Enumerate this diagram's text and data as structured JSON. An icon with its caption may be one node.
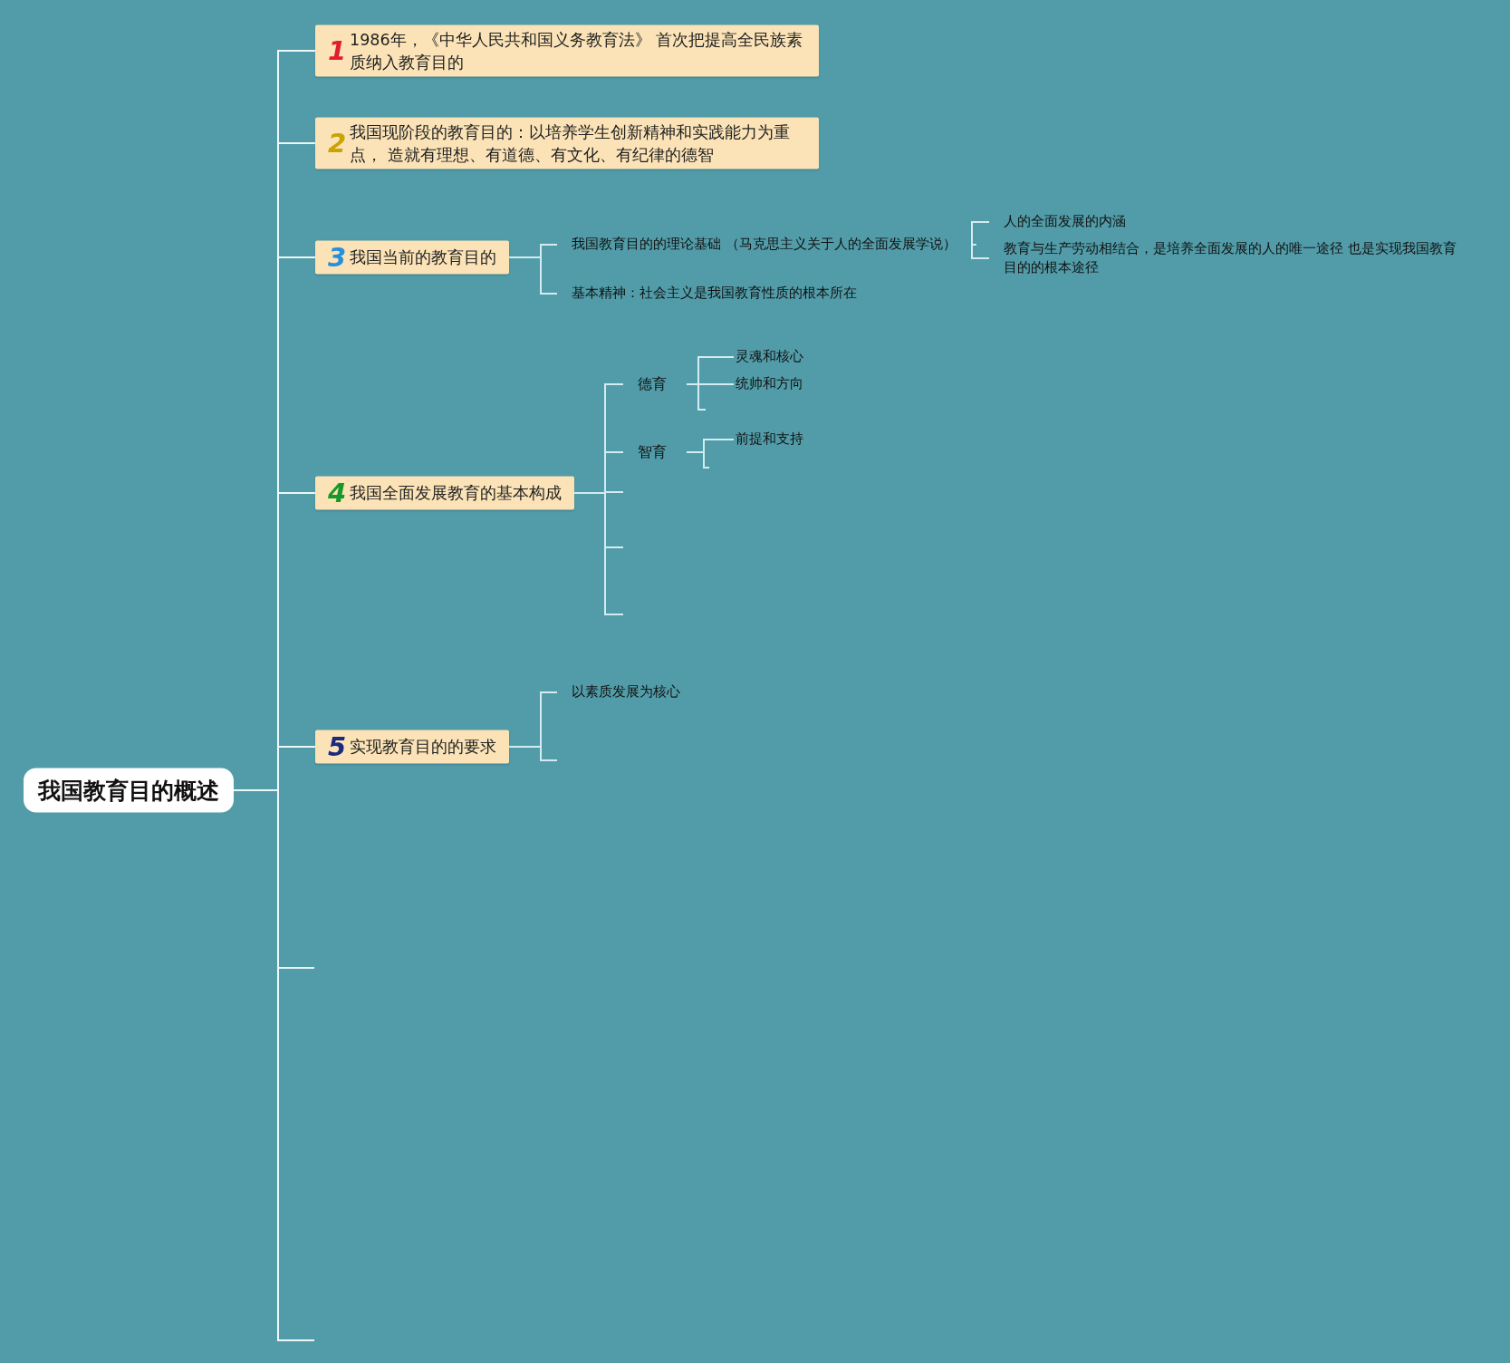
{
  "diagram": {
    "nodes": [
      {
        "text": [
          "我国教育目的概述"
        ]
      },
      {
        "text": [
          "1",
          "1986年，《中华人民共和国义务教育法》 首次把提高全民族素质纳入教育目的"
        ]
      },
      {
        "text": [
          "2",
          "我国现阶段的教育目的：以培养学生创新精神和实践能力为重点， 造就有理想、有道德、有文化、有纪律的德智"
        ]
      },
      {
        "text": [
          "3",
          "我国当前的教育目的"
        ]
      },
      {
        "text": [
          "我国教育目的的理论基础 （马克思主义关于人的全面发展学说）"
        ]
      },
      {
        "text": [
          "人的全面发展的内涵"
        ]
      },
      {
        "text": [
          "教育与生产劳动相结合，是培养全面发展的人的唯一途径 也是实现我国教育目的的根本途径"
        ]
      },
      {
        "text": [
          "基本精神：社会主义是我国教育性质的根本所在"
        ]
      },
      {
        "text": [
          "4",
          "我国全面发展教育的基本构成"
        ]
      },
      {
        "text": [
          "德育"
        ]
      },
      {
        "text": [
          "灵魂和核心"
        ]
      },
      {
        "text": [
          "统帅和方向"
        ]
      },
      {
        "text": [
          "智育"
        ]
      },
      {
        "text": [
          "前提和支持"
        ]
      },
      {
        "text": [
          "5",
          "实现教育目的的要求"
        ]
      },
      {
        "text": [
          "以素质发展为核心"
        ]
      }
    ],
    "edges": [
      {
        "from": 0,
        "to": 1,
        "arrow": "none"
      },
      {
        "from": 0,
        "to": 2,
        "arrow": "none"
      },
      {
        "from": 0,
        "to": 3,
        "arrow": "none"
      },
      {
        "from": 0,
        "to": 8,
        "arrow": "none"
      },
      {
        "from": 0,
        "to": 14,
        "arrow": "none"
      },
      {
        "from": 0,
        "to": null,
        "arrow": "none"
      },
      {
        "from": 0,
        "to": null,
        "arrow": "none"
      },
      {
        "from": 3,
        "to": 4,
        "arrow": "none"
      },
      {
        "from": 3,
        "to": 7,
        "arrow": "none"
      },
      {
        "from": 4,
        "to": 5,
        "arrow": "none"
      },
      {
        "from": 4,
        "to": 6,
        "arrow": "none"
      },
      {
        "from": 8,
        "to": 9,
        "arrow": "none"
      },
      {
        "from": 8,
        "to": 12,
        "arrow": "none"
      },
      {
        "from": 8,
        "to": null,
        "arrow": "none"
      },
      {
        "from": 8,
        "to": null,
        "arrow": "none"
      },
      {
        "from": 8,
        "to": null,
        "arrow": "none"
      },
      {
        "from": 9,
        "to": 10,
        "arrow": "none"
      },
      {
        "from": 9,
        "to": 11,
        "arrow": "none"
      },
      {
        "from": 9,
        "to": null,
        "arrow": "none"
      },
      {
        "from": 12,
        "to": 13,
        "arrow": "none"
      },
      {
        "from": 12,
        "to": null,
        "arrow": "none"
      },
      {
        "from": 14,
        "to": 15,
        "arrow": "none"
      },
      {
        "from": 14,
        "to": null,
        "arrow": "none"
      }
    ]
  }
}
